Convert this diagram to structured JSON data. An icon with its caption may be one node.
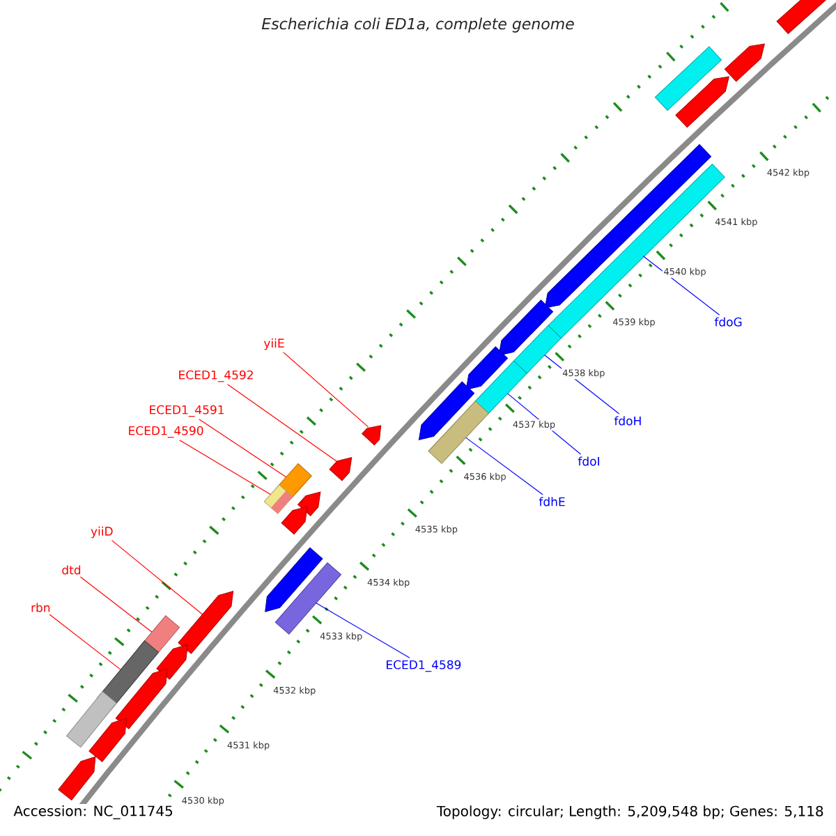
{
  "diagram": {
    "title": "Escherichia coli ED1a, complete genome",
    "nodes": [
      {
        "text": [
          "yiiE"
        ]
      },
      {
        "text": [
          "ECED1_4592"
        ]
      },
      {
        "text": [
          "ECED1_4591"
        ]
      },
      {
        "text": [
          "ECED1_4590"
        ]
      },
      {
        "text": [
          "fdoG"
        ]
      },
      {
        "text": [
          "fdoH"
        ]
      },
      {
        "text": [
          "fdoI"
        ]
      },
      {
        "text": [
          "fdhE"
        ]
      },
      {
        "text": [
          "yiiD"
        ]
      },
      {
        "text": [
          "dtd"
        ]
      },
      {
        "text": [
          "rbn"
        ]
      },
      {
        "text": [
          "ECED1_4589"
        ]
      },
      {
        "text": [],
        "shape": "arrow"
      },
      {
        "text": [],
        "shape": "arrow"
      },
      {
        "text": [],
        "shape": "bar"
      },
      {
        "text": [],
        "shape": "bar"
      },
      {
        "text": [],
        "shape": "bar"
      },
      {
        "text": [],
        "shape": "bar"
      },
      {
        "text": [],
        "shape": "bar"
      },
      {
        "text": [],
        "shape": "bar"
      },
      {
        "text": [],
        "shape": "arrow"
      },
      {
        "text": [],
        "shape": "bar"
      },
      {
        "text": [],
        "shape": "bar"
      },
      {
        "text": [],
        "shape": "bar"
      },
      {
        "text": [],
        "shape": "arrow"
      },
      {
        "text": [],
        "shape": "arrow"
      },
      {
        "text": [],
        "shape": "arrow"
      },
      {
        "text": [],
        "shape": "arrow"
      },
      {
        "text": [],
        "shape": "arrow"
      },
      {
        "text": [],
        "shape": "arrow"
      },
      {
        "text": [],
        "shape": "arrow"
      },
      {
        "text": [],
        "shape": "arrow"
      },
      {
        "text": [],
        "shape": "arrow"
      },
      {
        "text": [],
        "shape": "bar"
      },
      {
        "text": [],
        "shape": "bar"
      },
      {
        "text": [],
        "shape": "arrow"
      },
      {
        "text": [],
        "shape": "arrow"
      },
      {
        "text": [],
        "shape": "arrow"
      },
      {
        "text": [],
        "shape": "arrow"
      },
      {
        "text": [],
        "shape": "arrow"
      }
    ],
    "edges": [
      {
        "from": 0,
        "to": 12,
        "arrow": "none",
        "color": "#ff0000"
      },
      {
        "from": 1,
        "to": 13,
        "arrow": "none",
        "color": "#ff0000"
      },
      {
        "from": 2,
        "to": 14,
        "arrow": "none",
        "color": "#ff0000"
      },
      {
        "from": 3,
        "to": 15,
        "arrow": "none",
        "color": "#ff0000"
      },
      {
        "from": 4,
        "to": 16,
        "arrow": "none",
        "color": "#0000ff"
      },
      {
        "from": 5,
        "to": 17,
        "arrow": "none",
        "color": "#0000ff"
      },
      {
        "from": 6,
        "to": 18,
        "arrow": "none",
        "color": "#0000ff"
      },
      {
        "from": 7,
        "to": 19,
        "arrow": "none",
        "color": "#0000ff"
      },
      {
        "from": 8,
        "to": 20,
        "arrow": "none",
        "color": "#ff0000"
      },
      {
        "from": 9,
        "to": 21,
        "arrow": "none",
        "color": "#ff0000"
      },
      {
        "from": 10,
        "to": 22,
        "arrow": "none",
        "color": "#ff0000"
      },
      {
        "from": 11,
        "to": 23,
        "arrow": "none",
        "color": "#0000ff"
      }
    ],
    "labels": [
      "4542 kbp",
      "4541 kbp",
      "4540 kbp",
      "4539 kbp",
      "4538 kbp",
      "4537 kbp",
      "4536 kbp",
      "4535 kbp",
      "4534 kbp",
      "4533 kbp",
      "4532 kbp",
      "4531 kbp",
      "4530 kbp",
      "Accession: NC_011745",
      "Topology: circular; Length: 5,209,548 bp; Genes: 5,118"
    ]
  }
}
